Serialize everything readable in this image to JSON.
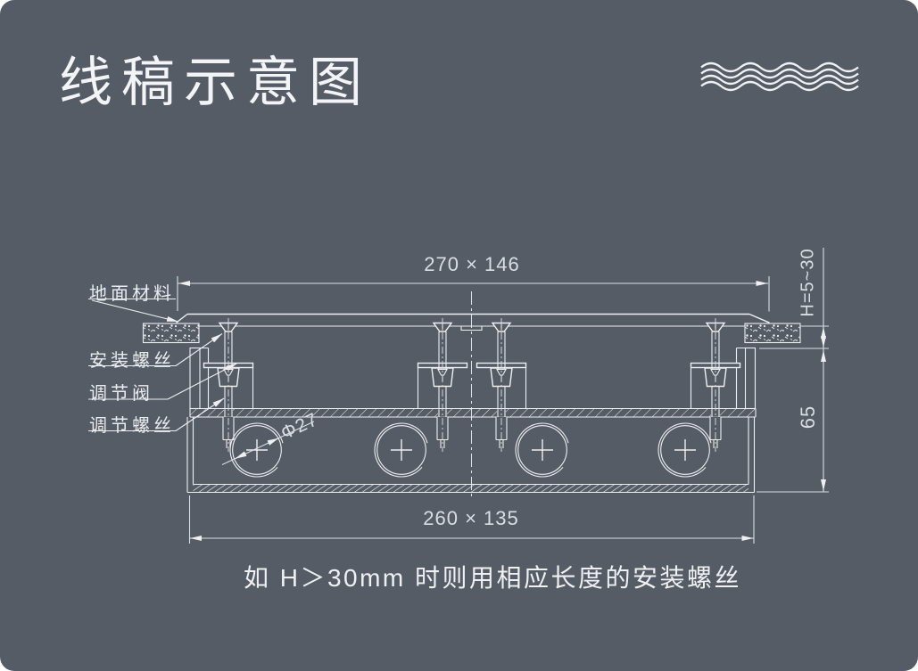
{
  "page": {
    "background_color": "#565C66",
    "line_color": "#EDEFF2",
    "text_color": "#E9ECF0"
  },
  "header": {
    "title": "线稿示意图"
  },
  "diagram": {
    "callouts": [
      {
        "text": "地面材料"
      },
      {
        "text": "安装螺丝"
      },
      {
        "text": "调节阀"
      },
      {
        "text": "调节螺丝"
      }
    ],
    "dimensions": {
      "top_width": "270 × 146",
      "bottom_width": "260 × 135",
      "floor_thickness": "H=5~30",
      "box_depth": "65",
      "hole_diameter": "Φ27"
    },
    "note": "如 H＞30mm 时则用相应长度的安装螺丝"
  }
}
